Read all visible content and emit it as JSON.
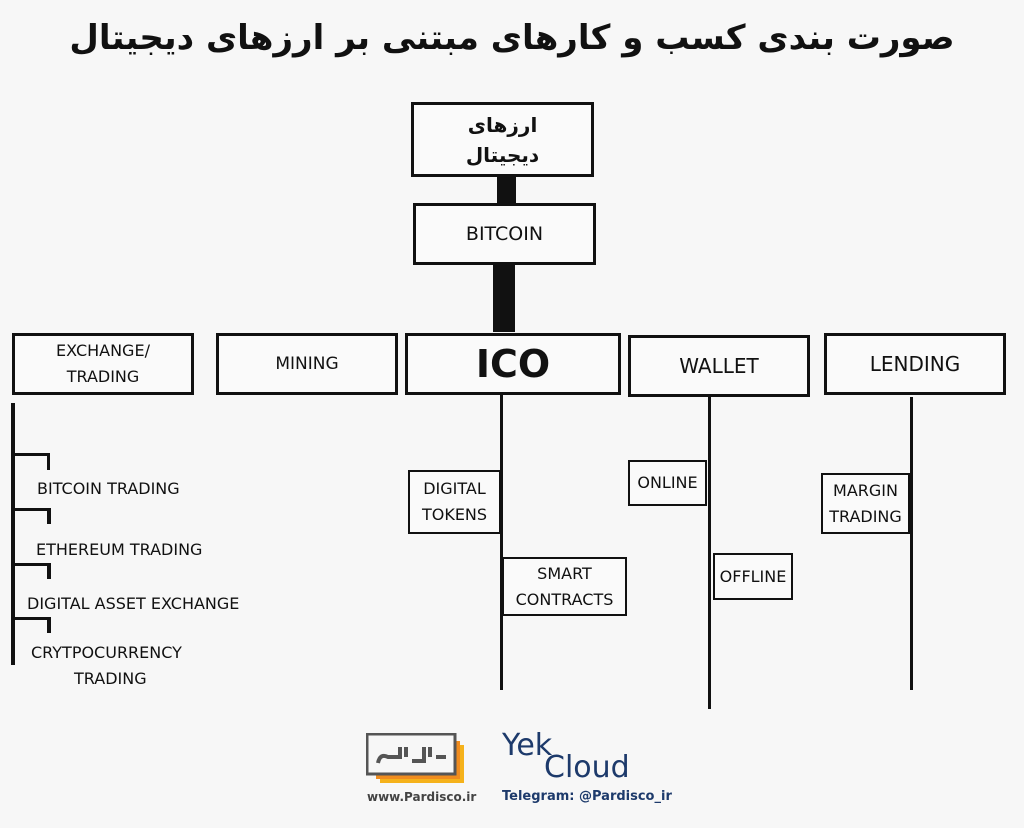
{
  "title": "صورت بندی کسب و کارهای مبتنی بر ارزهای دیجیتال",
  "root": {
    "line1": "ارزهای",
    "line2": "دیجیتال"
  },
  "bitcoin": "BITCOIN",
  "categories": {
    "exchange": {
      "line1": "EXCHANGE/",
      "line2": "TRADING"
    },
    "mining": "MINING",
    "ico": "ICO",
    "wallet": "WALLET",
    "lending": "LENDING"
  },
  "exchange_items": [
    "BITCOIN TRADING",
    "ETHEREUM TRADING",
    "DIGITAL ASSET EXCHANGE",
    "CRYTPOCURRENCY",
    "TRADING"
  ],
  "ico_items": {
    "digital_tokens": {
      "line1": "DIGITAL",
      "line2": "TOKENS"
    },
    "smart_contracts": {
      "line1": "SMART",
      "line2": "CONTRACTS"
    }
  },
  "wallet_items": {
    "online": "ONLINE",
    "offline": "OFFLINE"
  },
  "lending_items": {
    "margin": {
      "line1": "MARGIN",
      "line2": "TRADING"
    }
  },
  "footer": {
    "pardisco_url": "www.Pardisco.ir",
    "yek": "Yek",
    "cloud": "Cloud",
    "telegram": "Telegram: @Pardisco_ir"
  }
}
